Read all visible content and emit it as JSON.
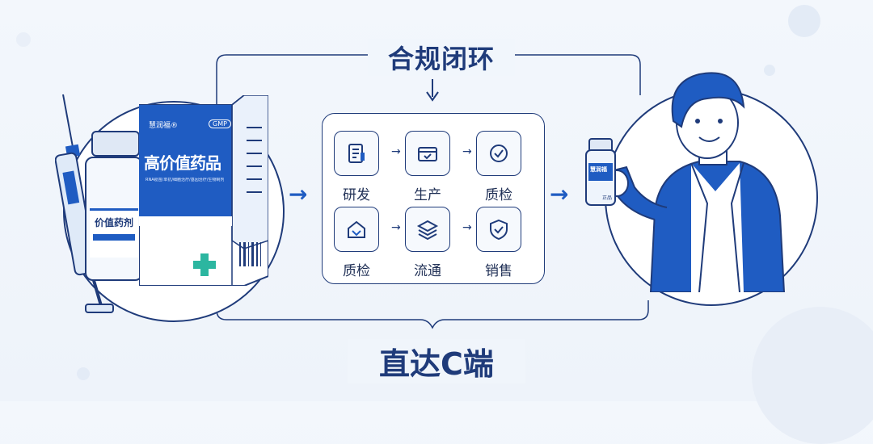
{
  "top_label": "合规闭环",
  "bottom_label": "直达C端",
  "product": {
    "box_title": "高价值药品",
    "box_brand": "慧润福®",
    "box_badge": "GMP",
    "box_subtitle": "RNA疫苗/单抗/细胞治疗/基因治疗/生物制剂",
    "vial_label": "价值药剂",
    "customer_vial_label": "慧润福",
    "customer_vial_tag": "正品"
  },
  "steps": [
    {
      "label": "研发",
      "icon": "document-icon"
    },
    {
      "label": "生产",
      "icon": "production-box-icon"
    },
    {
      "label": "质检",
      "icon": "check-circle-icon"
    },
    {
      "label": "质检",
      "icon": "inspection-icon"
    },
    {
      "label": "流通",
      "icon": "layers-icon"
    },
    {
      "label": "销售",
      "icon": "shield-check-icon"
    }
  ],
  "colors": {
    "primary": "#1f3b7a",
    "accent_blue": "#1f5cc2",
    "background": "#f1f6fc"
  }
}
